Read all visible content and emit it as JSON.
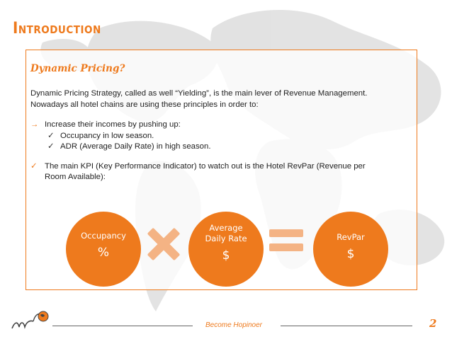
{
  "slide": {
    "title": "Introduction",
    "subtitle": "Dynamic Pricing?",
    "paragraph_line1": "Dynamic Pricing Strategy, called as well “Yielding”, is the main lever of Revenue Management.",
    "paragraph_line2": "Nowadays all hotel chains are using these principles in order to:",
    "arrow_bullet": "Increase their incomes by pushing up:",
    "sub_bullets": [
      "Occupancy in low season.",
      "ADR (Average Daily Rate) in high season."
    ],
    "kpi_line1": "The main KPI (Key Performance Indicator) to watch out is the Hotel RevPar (Revenue per",
    "kpi_line2": "Room Available):"
  },
  "formula": {
    "occupancy_label": "Occupancy",
    "occupancy_symbol": "%",
    "adr_label_line1": "Average",
    "adr_label_line2": "Daily Rate",
    "adr_symbol": "$",
    "revpar_label": "RevPar",
    "revpar_symbol": "$"
  },
  "footer": {
    "text": "Become Hopinoer",
    "page_number": "2"
  },
  "icons": {
    "arrow": "right-arrow-icon",
    "check": "checkmark-icon",
    "multiply": "multiply-icon",
    "equals": "equals-icon",
    "logo": "globe-logo-icon"
  },
  "colors": {
    "accent": "#ee7a1d",
    "accent_light": "#f4b384",
    "map": "#d4d4d4"
  }
}
